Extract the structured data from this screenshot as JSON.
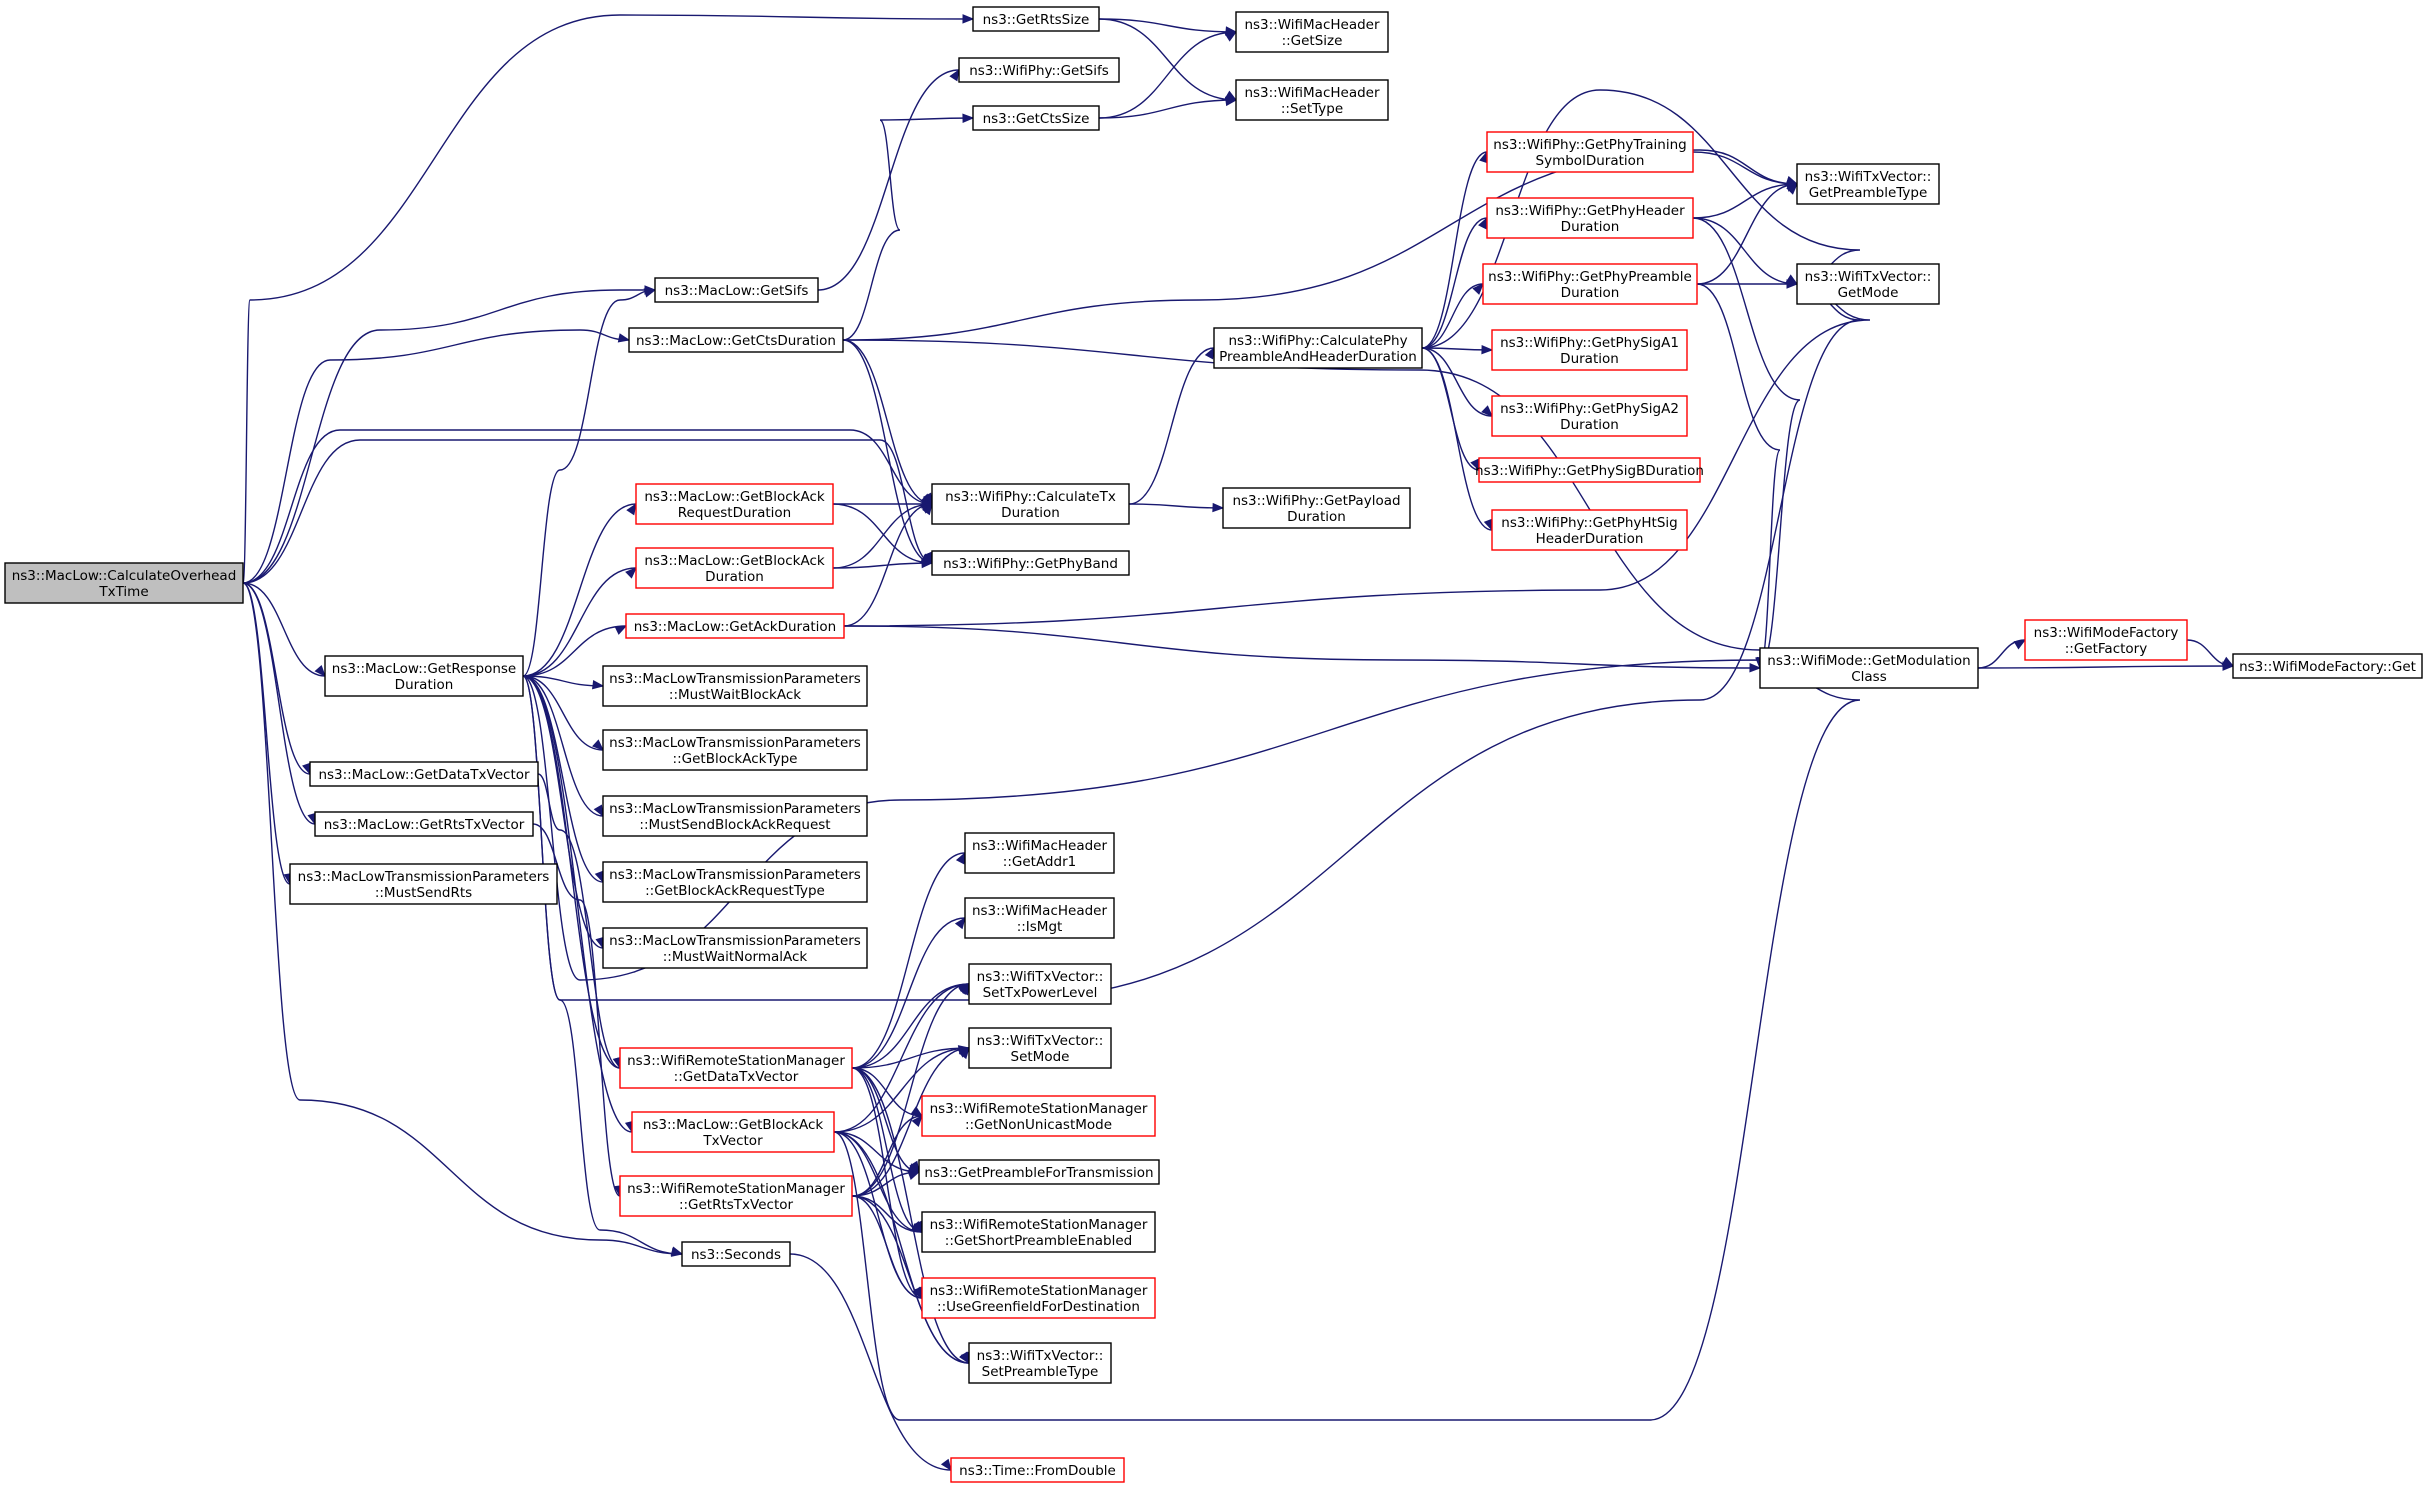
{
  "graph": {
    "root": "ns3::MacLow::CalculateOverhead TxTime",
    "nodes": [
      {
        "id": "n0",
        "lines": [
          "ns3::MacLow::CalculateOverhead",
          "TxTime"
        ],
        "style": "root"
      },
      {
        "id": "n1",
        "lines": [
          "ns3::GetRtsSize"
        ],
        "style": "black"
      },
      {
        "id": "n2",
        "lines": [
          "ns3::WifiMacHeader",
          "::GetSize"
        ],
        "style": "black"
      },
      {
        "id": "n3",
        "lines": [
          "ns3::WifiMacHeader",
          "::SetType"
        ],
        "style": "black"
      },
      {
        "id": "n4",
        "lines": [
          "ns3::WifiPhy::GetSifs"
        ],
        "style": "black"
      },
      {
        "id": "n5",
        "lines": [
          "ns3::GetCtsSize"
        ],
        "style": "black"
      },
      {
        "id": "n6",
        "lines": [
          "ns3::MacLow::GetSifs"
        ],
        "style": "black"
      },
      {
        "id": "n7",
        "lines": [
          "ns3::MacLow::GetCtsDuration"
        ],
        "style": "black"
      },
      {
        "id": "n8",
        "lines": [
          "ns3::WifiPhy::CalculateTx",
          "Duration"
        ],
        "style": "black"
      },
      {
        "id": "n9",
        "lines": [
          "ns3::WifiPhy::GetPhyBand"
        ],
        "style": "black"
      },
      {
        "id": "n10",
        "lines": [
          "ns3::MacLow::GetBlockAck",
          "RequestDuration"
        ],
        "style": "red"
      },
      {
        "id": "n11",
        "lines": [
          "ns3::MacLow::GetBlockAck",
          "Duration"
        ],
        "style": "red"
      },
      {
        "id": "n12",
        "lines": [
          "ns3::MacLow::GetAckDuration"
        ],
        "style": "red"
      },
      {
        "id": "n13",
        "lines": [
          "ns3::MacLow::GetResponse",
          "Duration"
        ],
        "style": "black"
      },
      {
        "id": "n14",
        "lines": [
          "ns3::MacLowTransmissionParameters",
          "::MustWaitBlockAck"
        ],
        "style": "black"
      },
      {
        "id": "n15",
        "lines": [
          "ns3::MacLowTransmissionParameters",
          "::GetBlockAckType"
        ],
        "style": "black"
      },
      {
        "id": "n16",
        "lines": [
          "ns3::MacLowTransmissionParameters",
          "::MustSendBlockAckRequest"
        ],
        "style": "black"
      },
      {
        "id": "n17",
        "lines": [
          "ns3::MacLowTransmissionParameters",
          "::GetBlockAckRequestType"
        ],
        "style": "black"
      },
      {
        "id": "n18",
        "lines": [
          "ns3::MacLowTransmissionParameters",
          "::MustWaitNormalAck"
        ],
        "style": "black"
      },
      {
        "id": "n19",
        "lines": [
          "ns3::MacLow::GetDataTxVector"
        ],
        "style": "black"
      },
      {
        "id": "n20",
        "lines": [
          "ns3::MacLow::GetRtsTxVector"
        ],
        "style": "black"
      },
      {
        "id": "n21",
        "lines": [
          "ns3::MacLowTransmissionParameters",
          "::MustSendRts"
        ],
        "style": "black"
      },
      {
        "id": "n22",
        "lines": [
          "ns3::WifiPhy::CalculatePhy",
          "PreambleAndHeaderDuration"
        ],
        "style": "black"
      },
      {
        "id": "n23",
        "lines": [
          "ns3::WifiPhy::GetPayload",
          "Duration"
        ],
        "style": "black"
      },
      {
        "id": "n24",
        "lines": [
          "ns3::WifiPhy::GetPhyTraining",
          "SymbolDuration"
        ],
        "style": "red"
      },
      {
        "id": "n25",
        "lines": [
          "ns3::WifiPhy::GetPhyHeader",
          "Duration"
        ],
        "style": "red"
      },
      {
        "id": "n26",
        "lines": [
          "ns3::WifiPhy::GetPhyPreamble",
          "Duration"
        ],
        "style": "red"
      },
      {
        "id": "n27",
        "lines": [
          "ns3::WifiPhy::GetPhySigA1",
          "Duration"
        ],
        "style": "red"
      },
      {
        "id": "n28",
        "lines": [
          "ns3::WifiPhy::GetPhySigA2",
          "Duration"
        ],
        "style": "red"
      },
      {
        "id": "n29",
        "lines": [
          "ns3::WifiPhy::GetPhySigBDuration"
        ],
        "style": "red"
      },
      {
        "id": "n30",
        "lines": [
          "ns3::WifiPhy::GetPhyHtSig",
          "HeaderDuration"
        ],
        "style": "red"
      },
      {
        "id": "n31",
        "lines": [
          "ns3::WifiTxVector::",
          "GetPreambleType"
        ],
        "style": "black"
      },
      {
        "id": "n32",
        "lines": [
          "ns3::WifiTxVector::",
          "GetMode"
        ],
        "style": "black"
      },
      {
        "id": "n33",
        "lines": [
          "ns3::WifiMode::GetModulation",
          "Class"
        ],
        "style": "black"
      },
      {
        "id": "n34",
        "lines": [
          "ns3::WifiModeFactory",
          "::GetFactory"
        ],
        "style": "red"
      },
      {
        "id": "n35",
        "lines": [
          "ns3::WifiModeFactory::Get"
        ],
        "style": "black"
      },
      {
        "id": "n36",
        "lines": [
          "ns3::WifiMacHeader",
          "::GetAddr1"
        ],
        "style": "black"
      },
      {
        "id": "n37",
        "lines": [
          "ns3::WifiMacHeader",
          "::IsMgt"
        ],
        "style": "black"
      },
      {
        "id": "n38",
        "lines": [
          "ns3::WifiTxVector::",
          "SetTxPowerLevel"
        ],
        "style": "black"
      },
      {
        "id": "n39",
        "lines": [
          "ns3::WifiTxVector::",
          "SetMode"
        ],
        "style": "black"
      },
      {
        "id": "n40",
        "lines": [
          "ns3::WifiRemoteStationManager",
          "::GetDataTxVector"
        ],
        "style": "red"
      },
      {
        "id": "n41",
        "lines": [
          "ns3::WifiRemoteStationManager",
          "::GetNonUnicastMode"
        ],
        "style": "red"
      },
      {
        "id": "n42",
        "lines": [
          "ns3::MacLow::GetBlockAck",
          "TxVector"
        ],
        "style": "red"
      },
      {
        "id": "n43",
        "lines": [
          "ns3::GetPreambleForTransmission"
        ],
        "style": "black"
      },
      {
        "id": "n44",
        "lines": [
          "ns3::WifiRemoteStationManager",
          "::GetRtsTxVector"
        ],
        "style": "red"
      },
      {
        "id": "n45",
        "lines": [
          "ns3::WifiRemoteStationManager",
          "::GetShortPreambleEnabled"
        ],
        "style": "black"
      },
      {
        "id": "n46",
        "lines": [
          "ns3::Seconds"
        ],
        "style": "black"
      },
      {
        "id": "n47",
        "lines": [
          "ns3::WifiRemoteStationManager",
          "::UseGreenfieldForDestination"
        ],
        "style": "red"
      },
      {
        "id": "n48",
        "lines": [
          "ns3::WifiTxVector::",
          "SetPreambleType"
        ],
        "style": "black"
      },
      {
        "id": "n49",
        "lines": [
          "ns3::Time::FromDouble"
        ],
        "style": "red"
      }
    ],
    "edges": [
      [
        "n0",
        "n1"
      ],
      [
        "n0",
        "n6"
      ],
      [
        "n0",
        "n7"
      ],
      [
        "n0",
        "n8"
      ],
      [
        "n0",
        "n9"
      ],
      [
        "n0",
        "n13"
      ],
      [
        "n0",
        "n19"
      ],
      [
        "n0",
        "n20"
      ],
      [
        "n0",
        "n21"
      ],
      [
        "n0",
        "n46"
      ],
      [
        "n1",
        "n2"
      ],
      [
        "n1",
        "n3"
      ],
      [
        "n5",
        "n2"
      ],
      [
        "n5",
        "n3"
      ],
      [
        "n6",
        "n4"
      ],
      [
        "n7",
        "n5"
      ],
      [
        "n7",
        "n8"
      ],
      [
        "n7",
        "n9"
      ],
      [
        "n7",
        "n31"
      ],
      [
        "n7",
        "n33"
      ],
      [
        "n8",
        "n22"
      ],
      [
        "n8",
        "n23"
      ],
      [
        "n10",
        "n8"
      ],
      [
        "n10",
        "n9"
      ],
      [
        "n11",
        "n8"
      ],
      [
        "n11",
        "n9"
      ],
      [
        "n12",
        "n8"
      ],
      [
        "n12",
        "n32"
      ],
      [
        "n12",
        "n33"
      ],
      [
        "n13",
        "n6"
      ],
      [
        "n13",
        "n10"
      ],
      [
        "n13",
        "n11"
      ],
      [
        "n13",
        "n12"
      ],
      [
        "n13",
        "n14"
      ],
      [
        "n13",
        "n15"
      ],
      [
        "n13",
        "n16"
      ],
      [
        "n13",
        "n17"
      ],
      [
        "n13",
        "n18"
      ],
      [
        "n13",
        "n42"
      ],
      [
        "n13",
        "n40"
      ],
      [
        "n13",
        "n46"
      ],
      [
        "n13",
        "n32"
      ],
      [
        "n13",
        "n33"
      ],
      [
        "n19",
        "n40"
      ],
      [
        "n20",
        "n44"
      ],
      [
        "n22",
        "n24"
      ],
      [
        "n22",
        "n25"
      ],
      [
        "n22",
        "n26"
      ],
      [
        "n22",
        "n27"
      ],
      [
        "n22",
        "n28"
      ],
      [
        "n22",
        "n29"
      ],
      [
        "n22",
        "n30"
      ],
      [
        "n22",
        "n32"
      ],
      [
        "n24",
        "n31"
      ],
      [
        "n25",
        "n31"
      ],
      [
        "n25",
        "n32"
      ],
      [
        "n25",
        "n33"
      ],
      [
        "n26",
        "n31"
      ],
      [
        "n26",
        "n32"
      ],
      [
        "n26",
        "n33"
      ],
      [
        "n33",
        "n34"
      ],
      [
        "n33",
        "n35"
      ],
      [
        "n34",
        "n35"
      ],
      [
        "n40",
        "n36"
      ],
      [
        "n40",
        "n37"
      ],
      [
        "n40",
        "n38"
      ],
      [
        "n40",
        "n39"
      ],
      [
        "n40",
        "n41"
      ],
      [
        "n40",
        "n43"
      ],
      [
        "n40",
        "n45"
      ],
      [
        "n40",
        "n47"
      ],
      [
        "n40",
        "n48"
      ],
      [
        "n42",
        "n38"
      ],
      [
        "n42",
        "n39"
      ],
      [
        "n42",
        "n43"
      ],
      [
        "n42",
        "n45"
      ],
      [
        "n42",
        "n47"
      ],
      [
        "n42",
        "n48"
      ],
      [
        "n42",
        "n33"
      ],
      [
        "n44",
        "n38"
      ],
      [
        "n44",
        "n39"
      ],
      [
        "n44",
        "n41"
      ],
      [
        "n44",
        "n43"
      ],
      [
        "n44",
        "n45"
      ],
      [
        "n44",
        "n47"
      ],
      [
        "n44",
        "n48"
      ],
      [
        "n46",
        "n49"
      ]
    ]
  }
}
